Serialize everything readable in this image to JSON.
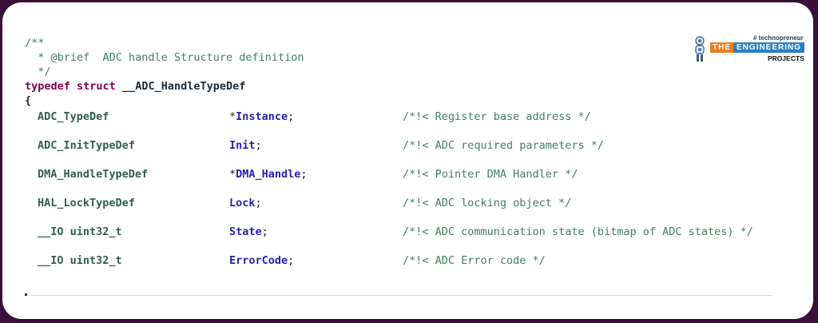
{
  "doc_comment": {
    "open": "/**",
    "brief": "  * @brief  ADC handle Structure definition",
    "close": "  */"
  },
  "struct_decl": {
    "keyword1": "typedef",
    "keyword2": "struct",
    "name": "__ADC_HandleTypeDef",
    "open_brace": "{"
  },
  "members": [
    {
      "type": "ADC_TypeDef",
      "ptr": "*",
      "field": "Instance",
      "semi": ";",
      "comment": "/*!< Register base address */"
    },
    {
      "type": "ADC_InitTypeDef",
      "ptr": "",
      "field": "Init",
      "semi": ";",
      "comment": "/*!< ADC required parameters */"
    },
    {
      "type": "DMA_HandleTypeDef",
      "ptr": "*",
      "field": "DMA_Handle",
      "semi": ";",
      "comment": "/*!< Pointer DMA Handler */"
    },
    {
      "type": "HAL_LockTypeDef",
      "ptr": "",
      "field": "Lock",
      "semi": ";",
      "comment": "/*!< ADC locking object */"
    },
    {
      "type": "__IO uint32_t",
      "ptr": "",
      "field": "State",
      "semi": ";",
      "comment": "/*!< ADC communication state (bitmap of ADC states) */"
    },
    {
      "type": "__IO uint32_t",
      "ptr": "",
      "field": "ErrorCode",
      "semi": ";",
      "comment": "/*!< ADC Error code */"
    }
  ],
  "logo": {
    "tagline": "# technopreneur",
    "the": "THE",
    "engineering": "ENGINEERING",
    "projects": "PROJECTS"
  },
  "colors": {
    "frame": "#3a0f3a",
    "comment": "#3f7f5f",
    "keyword": "#7f0055",
    "field": "#2a1fb0",
    "logo_orange": "#f07c1c",
    "logo_blue": "#2a7fc4"
  }
}
